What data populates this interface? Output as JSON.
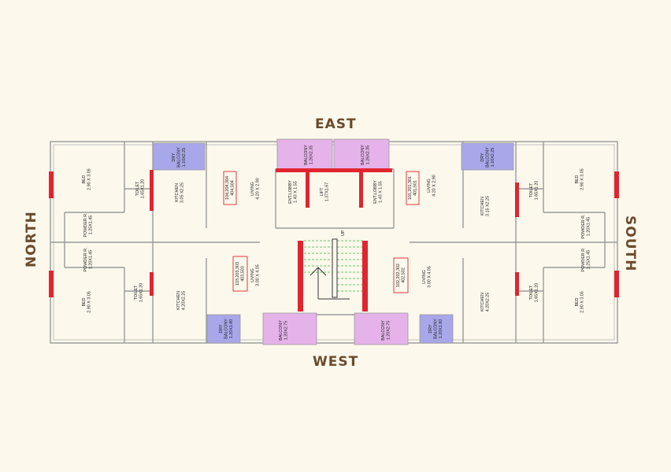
{
  "compass": {
    "east": "EAST",
    "west": "WEST",
    "north": "NORTH",
    "south": "SOUTH"
  },
  "units": {
    "ne": [
      "104,204,304",
      "404,504"
    ],
    "se": [
      "101,201,301",
      "401,501"
    ],
    "nw": [
      "103,203,303",
      "403,503"
    ],
    "sw": [
      "102,202,302",
      "402,502"
    ]
  },
  "stair_label": "UP",
  "rooms": {
    "bed_ne": [
      "BED",
      "2.90 X 3.05"
    ],
    "toilet_ne": [
      "TOILET",
      "1.65X1.20"
    ],
    "kitchen_ne": [
      "KITCHEN",
      "3.05 X2.25"
    ],
    "dry_ne": [
      "DRY",
      "BALCONY",
      "1.10X2.25"
    ],
    "living_ne": [
      "LIVING",
      "4.20 X 2.90"
    ],
    "powder_n1": [
      "POWDER R.",
      "1.25X1.45"
    ],
    "balcony_e1": [
      "BALCONY",
      "1.26X2.35"
    ],
    "balcony_e2": [
      "BALCONY",
      "1.26X2.35"
    ],
    "lobby_n": [
      "ENT.LOBBY",
      "1.43 X 1.55"
    ],
    "lift": [
      "LIFT",
      "1.37X1.67"
    ],
    "lobby_s": [
      "ENT.LOBBY",
      "1.43 X 1.55"
    ],
    "living_se": [
      "LIVING",
      "4.20 X 2.90"
    ],
    "kitchen_se": [
      "KITCHEN",
      "3.15 X2.25"
    ],
    "dry_se": [
      "DRY",
      "BALCONY",
      "1.10X2.25"
    ],
    "toilet_se": [
      "TOILET",
      "1.65X1.20"
    ],
    "bed_se": [
      "BED",
      "2.90 X 3.05"
    ],
    "powder_s1": [
      "POWDER R.",
      "1.20X1.45"
    ],
    "powder_n2": [
      "POWDER R.",
      "1.20X1.45"
    ],
    "bed_nw": [
      "BED",
      "2.90 X 3.05"
    ],
    "toilet_nw": [
      "TOILET",
      "1.65X1.20"
    ],
    "kitchen_nw": [
      "KITCHEN",
      "4.20X2.25"
    ],
    "dry_nw": [
      "DRY",
      "BALCONY",
      "1.20X1.80"
    ],
    "balcony_w1": [
      "BALCONY",
      "1.20X2.75"
    ],
    "living_nw": [
      "LIVING",
      "3.00 X 4.05"
    ],
    "living_sw": [
      "LIVING",
      "3.00 X 4.05"
    ],
    "balcony_w2": [
      "BALCONY",
      "1.20X2.75"
    ],
    "dry_sw": [
      "DRY",
      "BALCONY",
      "1.20X1.80"
    ],
    "kitchen_sw": [
      "KITCHEN",
      "4.20X2.25"
    ],
    "toilet_sw": [
      "TOILET",
      "1.65X1.20"
    ],
    "bed_sw": [
      "BED",
      "2.90 X 3.05"
    ],
    "powder_s2": [
      "POWDER R.",
      "1.25X1.45"
    ]
  },
  "colors": {
    "balcony": "#e5b2ea",
    "dry_balcony": "#a8a7e9",
    "column": "#e0252f",
    "wall": "#9a9a9a",
    "stair": "#33b53a",
    "background": "#fcf8ec"
  }
}
